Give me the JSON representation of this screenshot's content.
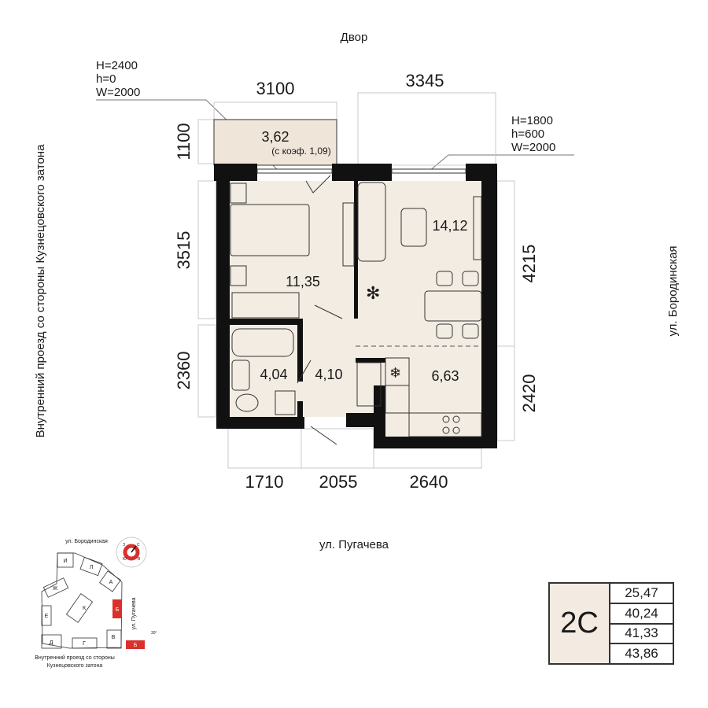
{
  "orientation": {
    "top": "Двор",
    "bottom": "ул. Пугачева",
    "left": "Внутренний проезд со стороны Кузнецовского затона",
    "right": "ул. Бородинская"
  },
  "windows": [
    {
      "lines": [
        "H=2400",
        "h=0",
        "W=2000"
      ]
    },
    {
      "lines": [
        "H=1800",
        "h=600",
        "W=2000"
      ]
    }
  ],
  "dimensions": {
    "top": [
      "3100",
      "3345"
    ],
    "left": [
      "1100",
      "3515",
      "2360"
    ],
    "right": [
      "4215",
      "2420"
    ],
    "bottom": [
      "1710",
      "2055",
      "2640"
    ]
  },
  "rooms": {
    "balcony": {
      "area": "3,62",
      "note": "(с коэф. 1,09)"
    },
    "bedroom": {
      "area": "11,35"
    },
    "living": {
      "area": "14,12"
    },
    "kitchen": {
      "area": "6,63"
    },
    "bathroom": {
      "area": "4,04"
    },
    "hall": {
      "area": "4,10"
    }
  },
  "minimap": {
    "street_top": "ул. Бородинская",
    "street_right": "ул. Пугачева",
    "caption": [
      "Внутренний проезд со стороны",
      "Кузнецовского затона"
    ],
    "buildings": [
      "И",
      "Л",
      "А",
      "Ж",
      "К",
      "Е",
      "Б",
      "В",
      "Д",
      "Г",
      "Б"
    ],
    "angle": "30°",
    "compass": [
      "С",
      "З",
      "Ю",
      "В"
    ],
    "highlight_color": "#d9302c"
  },
  "summary": {
    "type": "2С",
    "values": [
      "25,47",
      "40,24",
      "41,33",
      "43,86"
    ]
  },
  "colors": {
    "floor": "#f3ece3",
    "balcony": "#efe5d8",
    "wall": "#111111"
  }
}
